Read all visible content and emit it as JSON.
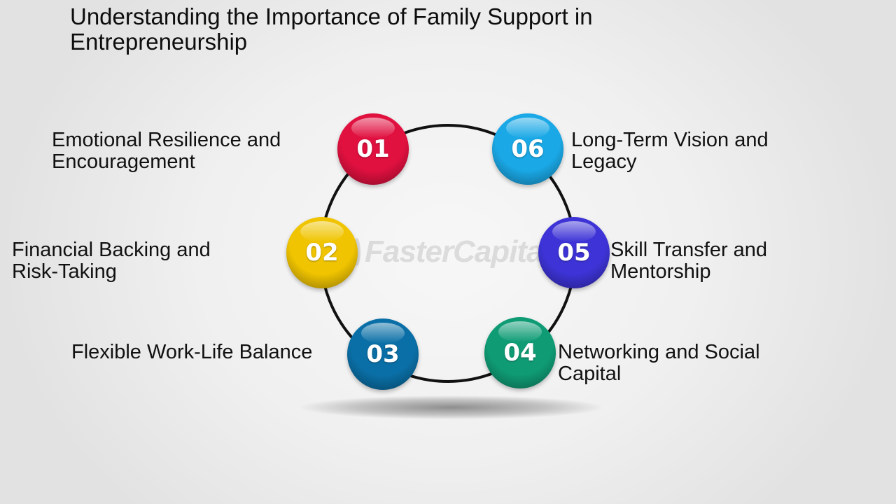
{
  "title": "Understanding the Importance of Family Support in Entrepreneurship",
  "watermark": "FasterCapital",
  "items": [
    {
      "number": "01",
      "label_lines": [
        "Emotional Resilience and",
        "Encouragement"
      ],
      "color": "#e0103f"
    },
    {
      "number": "02",
      "label_lines": [
        "Financial Backing and",
        "Risk-Taking"
      ],
      "color": "#f0c400"
    },
    {
      "number": "03",
      "label_lines": [
        "Flexible Work-Life Balance"
      ],
      "color": "#0a6fa6"
    },
    {
      "number": "04",
      "label_lines": [
        "Networking and Social",
        "Capital"
      ],
      "color": "#0f9c75"
    },
    {
      "number": "05",
      "label_lines": [
        "Skill Transfer and",
        "Mentorship"
      ],
      "color": "#3d33d6"
    },
    {
      "number": "06",
      "label_lines": [
        "Long-Term Vision and",
        "Legacy"
      ],
      "color": "#1aa8e6"
    }
  ]
}
